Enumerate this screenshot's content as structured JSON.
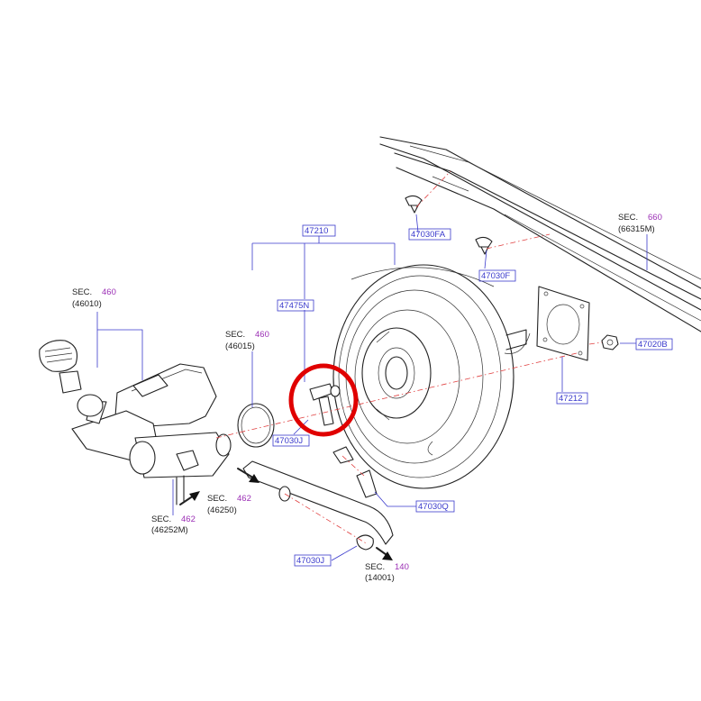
{
  "colors": {
    "part_number": "#3a3acc",
    "section_number": "#9b2fb5",
    "highlight_circle": "#e00000",
    "centerline": "#e04040"
  },
  "part_labels": {
    "p47210": "47210",
    "p47475N": "47475N",
    "p47030J_upper": "47030J",
    "p47030J_lower": "47030J",
    "p47030Q": "47030Q",
    "p47030FA": "47030FA",
    "p47030F": "47030F",
    "p47212": "47212",
    "p47020B": "47020B"
  },
  "section_refs": {
    "sec_prefix": "SEC.",
    "s460_a": {
      "num": "460",
      "ref": "(46010)"
    },
    "s460_b": {
      "num": "460",
      "ref": "(46015)"
    },
    "s462_a": {
      "num": "462",
      "ref": "(46250)"
    },
    "s462_b": {
      "num": "462",
      "ref": "(46252M)"
    },
    "s140": {
      "num": "140",
      "ref": "(14001)"
    },
    "s660": {
      "num": "660",
      "ref": "(66315M)"
    }
  }
}
